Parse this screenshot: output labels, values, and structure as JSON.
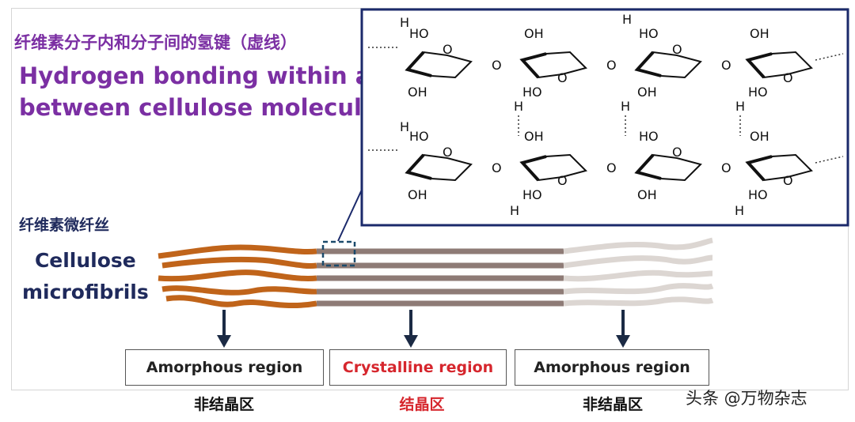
{
  "titles": {
    "cn": "纤维素分子内和分子间的氢键（虚线）",
    "en_line1": "Hydrogen bonding within and",
    "en_line2": "between cellulose molecules"
  },
  "fibril_label": {
    "cn": "纤维素微纤丝",
    "en_line1": "Cellulose",
    "en_line2": "microfibrils"
  },
  "regions": [
    {
      "label": "Amorphous  region",
      "cn": "非结晶区",
      "color": "#222222"
    },
    {
      "label": "Crystalline region",
      "cn": "结晶区",
      "color": "#d6262d"
    },
    {
      "label": "Amorphous  region",
      "cn": "非结晶区",
      "color": "#222222"
    }
  ],
  "molecule_labels": {
    "H": "H",
    "O": "O",
    "HO": "HO",
    "OH": "OH"
  },
  "watermark": "头条 @万物杂志",
  "colors": {
    "fiber_amorphous": "#c0641a",
    "fiber_crystalline": "#8e7b76",
    "fiber_faded": "#dcd6d2",
    "inset_border": "#1b2a6b",
    "arrow": "#1b2a44"
  }
}
